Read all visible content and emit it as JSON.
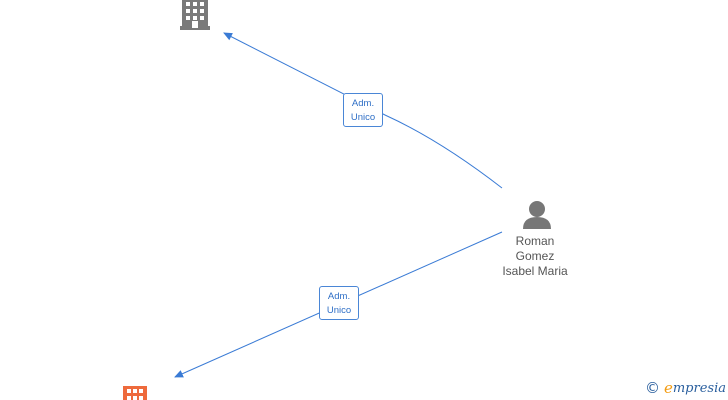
{
  "colors": {
    "edge": "#3a7bd5",
    "company_icon": "#7a7a7a",
    "company_highlight": "#ee6a3c",
    "person_icon": "#777777"
  },
  "nodes": {
    "company_top": {
      "icon": "building-icon"
    },
    "company_bottom": {
      "icon": "building-icon"
    },
    "person": {
      "icon": "person-icon",
      "name_lines": [
        "Roman",
        "Gomez",
        "Isabel Maria"
      ]
    }
  },
  "edges": [
    {
      "label_lines": [
        "Adm.",
        "Unico"
      ]
    },
    {
      "label_lines": [
        "Adm.",
        "Unico"
      ]
    }
  ],
  "brand": {
    "copyright": "©",
    "logo_initial": "e",
    "logo_rest": "mpresia"
  }
}
